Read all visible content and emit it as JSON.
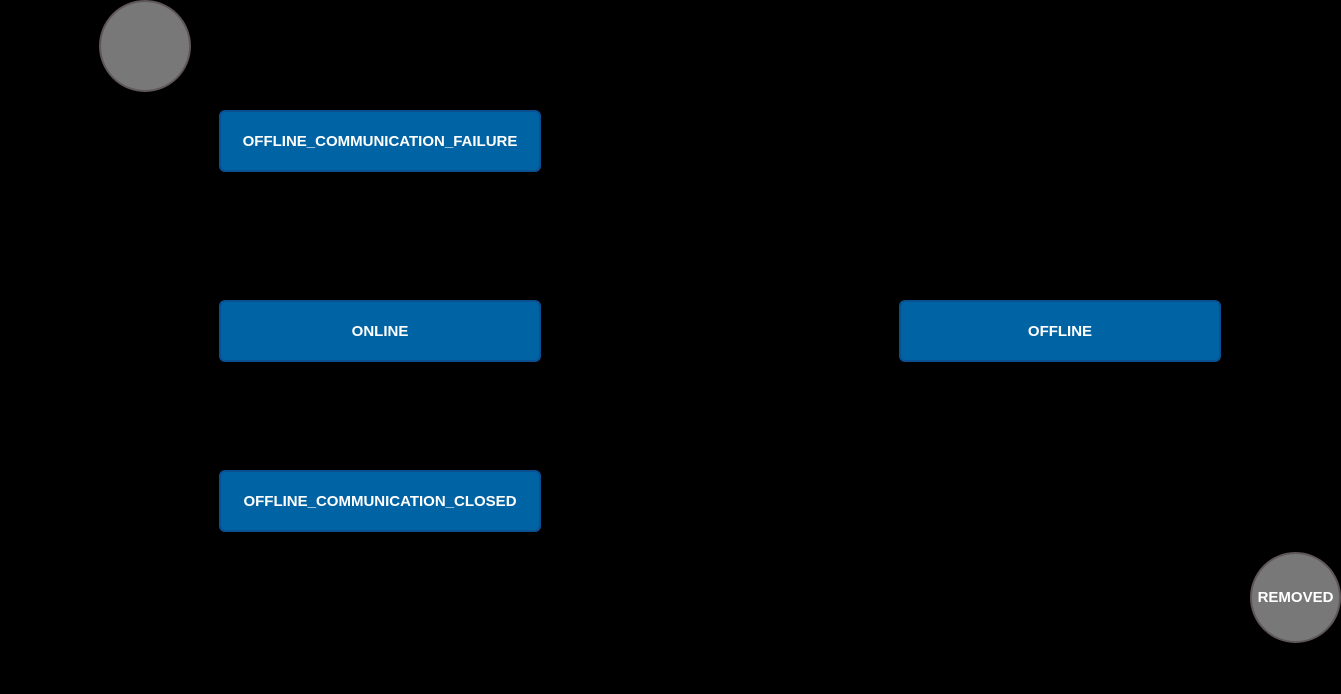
{
  "diagram": {
    "type": "state-diagram",
    "background": "#000000",
    "colors": {
      "state_fill": "#0063a3",
      "state_border": "#0a4f8f",
      "terminal_fill": "#787878",
      "terminal_border": "#5f5757",
      "text": "#ffffff"
    },
    "nodes": {
      "start": {
        "label": ""
      },
      "offline_comm_failure": {
        "label": "OFFLINE_COMMUNICATION_FAILURE"
      },
      "online": {
        "label": "ONLINE"
      },
      "offline": {
        "label": "OFFLINE"
      },
      "offline_comm_closed": {
        "label": "OFFLINE_COMMUNICATION_CLOSED"
      },
      "removed": {
        "label": "REMOVED"
      }
    }
  }
}
